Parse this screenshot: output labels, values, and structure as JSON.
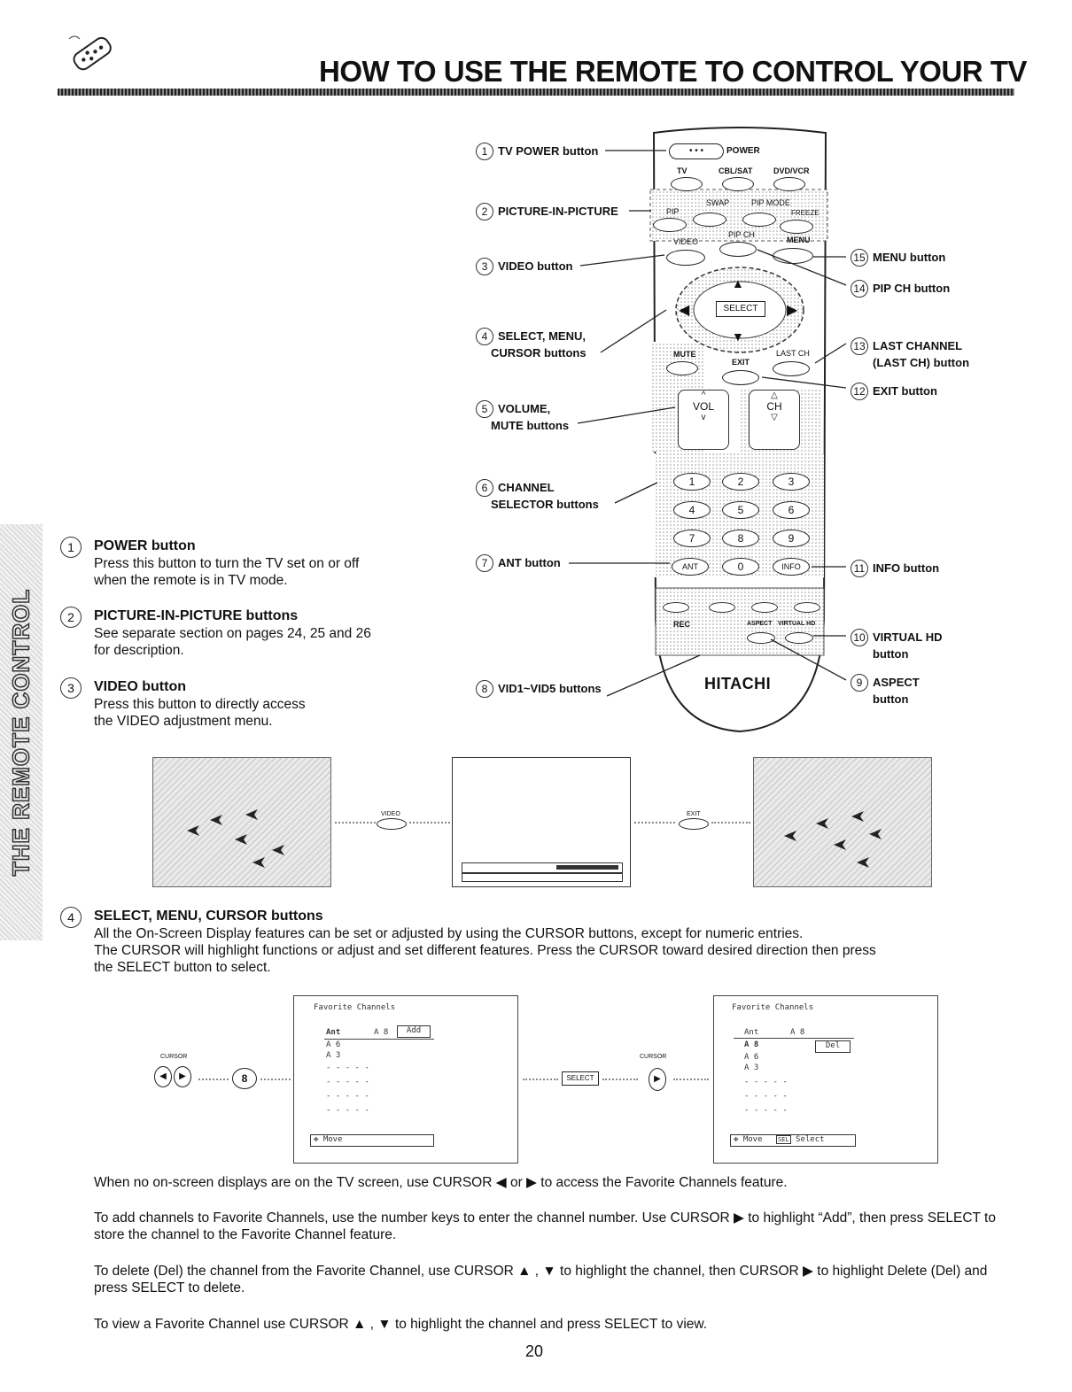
{
  "header": {
    "title": "HOW TO USE THE REMOTE TO CONTROL YOUR TV"
  },
  "side_tab": "THE REMOTE CONTROL",
  "remote": {
    "brand": "HITACHI",
    "keys": {
      "power": "POWER",
      "tv": "TV",
      "cblsat": "CBL/SAT",
      "dvdvcr": "DVD/VCR",
      "pip": "PIP",
      "swap": "SWAP",
      "pipmode": "PIP MODE",
      "freeze": "FREEZE",
      "video": "VIDEO",
      "pipch": "PIP CH",
      "menu": "MENU",
      "select": "SELECT",
      "mute": "MUTE",
      "exit": "EXIT",
      "lastch": "LAST CH",
      "vol": "VOL",
      "ch": "CH",
      "n1": "1",
      "n2": "2",
      "n3": "3",
      "n4": "4",
      "n5": "5",
      "n6": "6",
      "n7": "7",
      "n8": "8",
      "n9": "9",
      "n0": "0",
      "ant": "ANT",
      "info": "INFO",
      "rec": "REC",
      "aspect": "ASPECT",
      "virtualhd": "VIRTUAL HD"
    },
    "callouts_left": [
      {
        "num": "1",
        "text": "TV POWER button"
      },
      {
        "num": "2",
        "text": "PICTURE-IN-PICTURE"
      },
      {
        "num": "3",
        "text": "VIDEO button"
      },
      {
        "num": "4",
        "text": "SELECT, MENU,",
        "text2": "CURSOR buttons"
      },
      {
        "num": "5",
        "text": "VOLUME,",
        "text2": "MUTE buttons"
      },
      {
        "num": "6",
        "text": "CHANNEL",
        "text2": "SELECTOR buttons"
      },
      {
        "num": "7",
        "text": "ANT button"
      },
      {
        "num": "8",
        "text": "VID1~VID5 buttons"
      }
    ],
    "callouts_right": [
      {
        "num": "15",
        "text": "MENU button"
      },
      {
        "num": "14",
        "text": "PIP CH button"
      },
      {
        "num": "13",
        "text": "LAST CHANNEL",
        "text2": "(LAST CH) button"
      },
      {
        "num": "12",
        "text": "EXIT button"
      },
      {
        "num": "11",
        "text": "INFO button"
      },
      {
        "num": "10",
        "text": "VIRTUAL HD",
        "text2": "button"
      },
      {
        "num": "9",
        "text": "ASPECT",
        "text2": "button"
      }
    ]
  },
  "sections": [
    {
      "num": "1",
      "title": "POWER button",
      "lines": [
        "Press this button to turn the TV set on or off",
        "when the remote is in TV mode."
      ]
    },
    {
      "num": "2",
      "title": "PICTURE-IN-PICTURE buttons",
      "lines": [
        "See separate section on pages 24, 25 and 26",
        "for description."
      ]
    },
    {
      "num": "3",
      "title": "VIDEO button",
      "lines": [
        "Press this button to directly access",
        "the VIDEO adjustment menu."
      ]
    }
  ],
  "video_diagram": {
    "video_key": "VIDEO",
    "exit_key": "EXIT"
  },
  "section4": {
    "num": "4",
    "title": "SELECT, MENU, CURSOR buttons",
    "lines": [
      "All the On-Screen Display features can be set or adjusted by using the CURSOR buttons, except for numeric entries.",
      "The CURSOR will highlight functions or adjust and set different features. Press the CURSOR toward desired direction then press",
      "the SELECT button to select."
    ]
  },
  "fav_diagram": {
    "cursor_label": "CURSOR",
    "key8": "8",
    "select_key": "SELECT",
    "screen1": {
      "title": "Favorite Channels",
      "head_ant": "Ant",
      "head_ch": "A 8",
      "add": "Add",
      "rows": [
        "A 6",
        "A 3",
        "- - - - -",
        "- - - - -",
        "- - - - -",
        "- - - - -"
      ],
      "footer": "Move"
    },
    "screen2": {
      "title": "Favorite Channels",
      "head_ant": "Ant",
      "head_ch": "A 8",
      "del": "Del",
      "rows": [
        "A 8",
        "A 6",
        "A 3",
        "- - - - -",
        "- - - - -",
        "- - - - -"
      ],
      "footer_move": "Move",
      "footer_sel": "SEL",
      "footer_select": "Select"
    }
  },
  "paragraphs": [
    "When no on-screen displays are on the TV screen, use CURSOR ◀ or ▶ to access the Favorite Channels feature.",
    "To add channels to Favorite Channels, use the number keys to enter the channel number. Use CURSOR ▶ to highlight “Add”, then press SELECT to store the channel to the Favorite Channel feature.",
    "To delete (Del) the channel from the Favorite Channel, use CURSOR ▲ , ▼ to highlight the channel, then CURSOR ▶ to highlight Delete (Del) and press SELECT to delete.",
    "To view a Favorite Channel use CURSOR ▲ , ▼ to highlight the channel and press SELECT to view."
  ],
  "page_number": "20"
}
